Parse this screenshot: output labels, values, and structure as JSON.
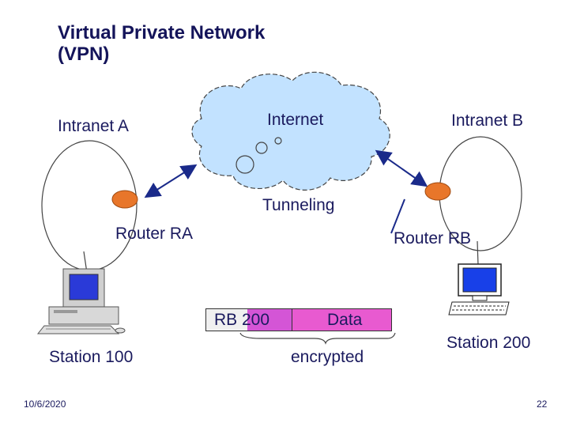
{
  "title": {
    "line1": "Virtual Private Network",
    "line2": "(VPN)"
  },
  "labels": {
    "intranet_a": "Intranet A",
    "intranet_b": "Intranet B",
    "internet": "Internet",
    "tunneling": "Tunneling",
    "router_ra": "Router RA",
    "router_rb": "Router RB",
    "station_100": "Station 100",
    "station_200": "Station 200",
    "encrypted": "encrypted"
  },
  "packet": {
    "header": "RB 200",
    "data": "Data"
  },
  "footer": {
    "date": "10/6/2020",
    "page": "22"
  },
  "colors": {
    "router": "#e8762a",
    "cloud": "#c2e2ff",
    "packet_data": "#e85ad0",
    "packet_header": "#d455d6",
    "arrow": "#1a2a8a"
  }
}
